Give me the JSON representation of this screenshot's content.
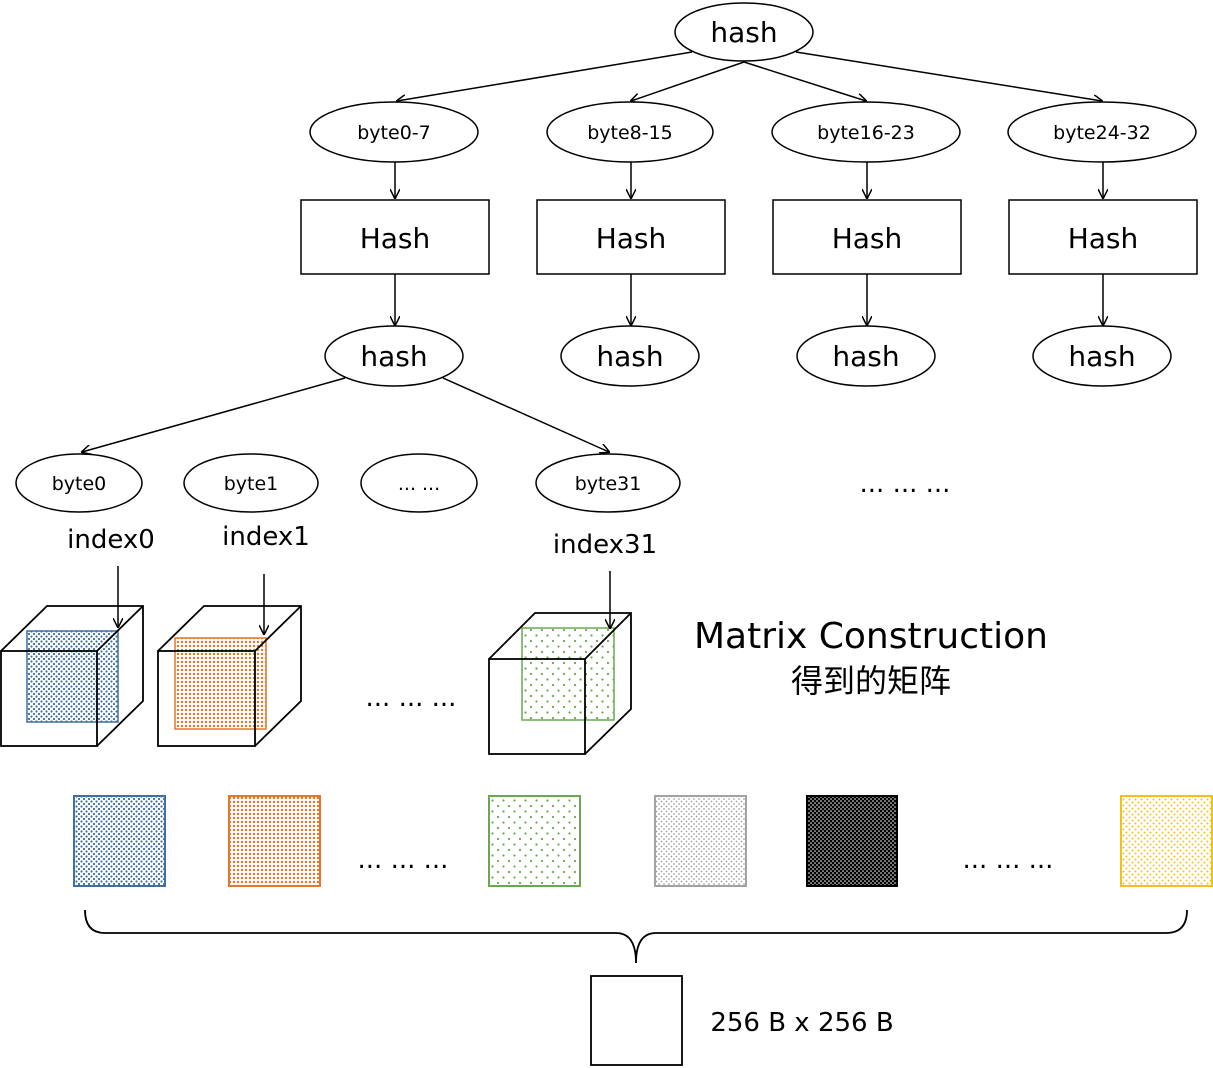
{
  "root": {
    "label": "hash"
  },
  "groups": [
    {
      "byte_label": "byte0-7",
      "hash_box_label": "Hash",
      "out_label": "hash"
    },
    {
      "byte_label": "byte8-15",
      "hash_box_label": "Hash",
      "out_label": "hash"
    },
    {
      "byte_label": "byte16-23",
      "hash_box_label": "Hash",
      "out_label": "hash"
    },
    {
      "byte_label": "byte24-32",
      "hash_box_label": "Hash",
      "out_label": "hash"
    }
  ],
  "bytes": [
    {
      "label": "byte0"
    },
    {
      "label": "byte1"
    },
    {
      "label": "... ..."
    },
    {
      "label": "byte31"
    }
  ],
  "bytes_more": "... ... ...",
  "indices": [
    {
      "label": "index0"
    },
    {
      "label": "index1"
    },
    {
      "label": "index31"
    }
  ],
  "cube_ellipsis": "... ... ...",
  "matrix_label": {
    "title": "Matrix Construction",
    "subtitle": "得到的矩阵"
  },
  "squares_ellipsis_1": "... ... ...",
  "squares_ellipsis_2": "... ... ...",
  "result_label": "256 B x 256 B",
  "colors": {
    "blue": "#3f6fa3",
    "orange": "#e3772e",
    "green": "#6aa84f",
    "gray": "#a3a3a3",
    "black": "#000000",
    "yellow": "#f2bf1b"
  }
}
